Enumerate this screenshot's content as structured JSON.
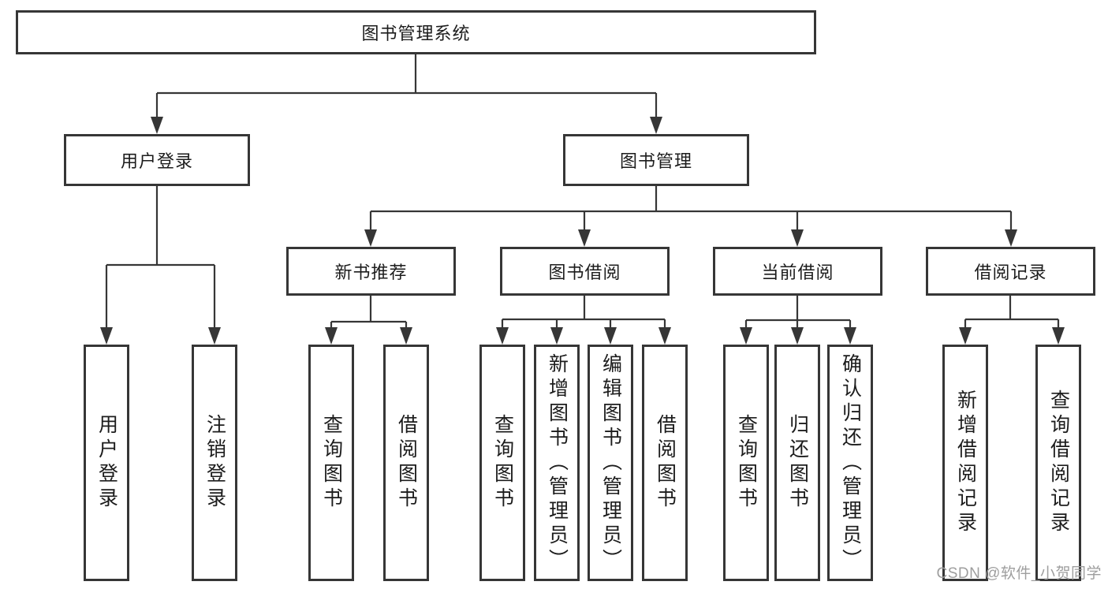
{
  "colors": {
    "box_border": "#363636",
    "connector_line": "#363636",
    "text": "#1c1c1c",
    "watermark": "#9e9e9e",
    "background": "#ffffff"
  },
  "watermark": "CSDN @软件_小贺同学",
  "tree": {
    "root": "图书管理系统",
    "level2": [
      {
        "label": "用户登录"
      },
      {
        "label": "图书管理"
      }
    ],
    "user_login_children": [
      "用户登录",
      "注销登录"
    ],
    "level3": [
      {
        "label": "新书推荐"
      },
      {
        "label": "图书借阅"
      },
      {
        "label": "当前借阅"
      },
      {
        "label": "借阅记录"
      }
    ],
    "new_book_children": [
      "查询图书",
      "借阅图书"
    ],
    "book_borrow_children": [
      "查询图书",
      "新增图书（管理员）",
      "编辑图书（管理员）",
      "借阅图书"
    ],
    "current_borrow_children": [
      "查询图书",
      "归还图书",
      "确认归还（管理员）"
    ],
    "borrow_record_children": [
      "新增借阅记录",
      "查询借阅记录"
    ]
  }
}
